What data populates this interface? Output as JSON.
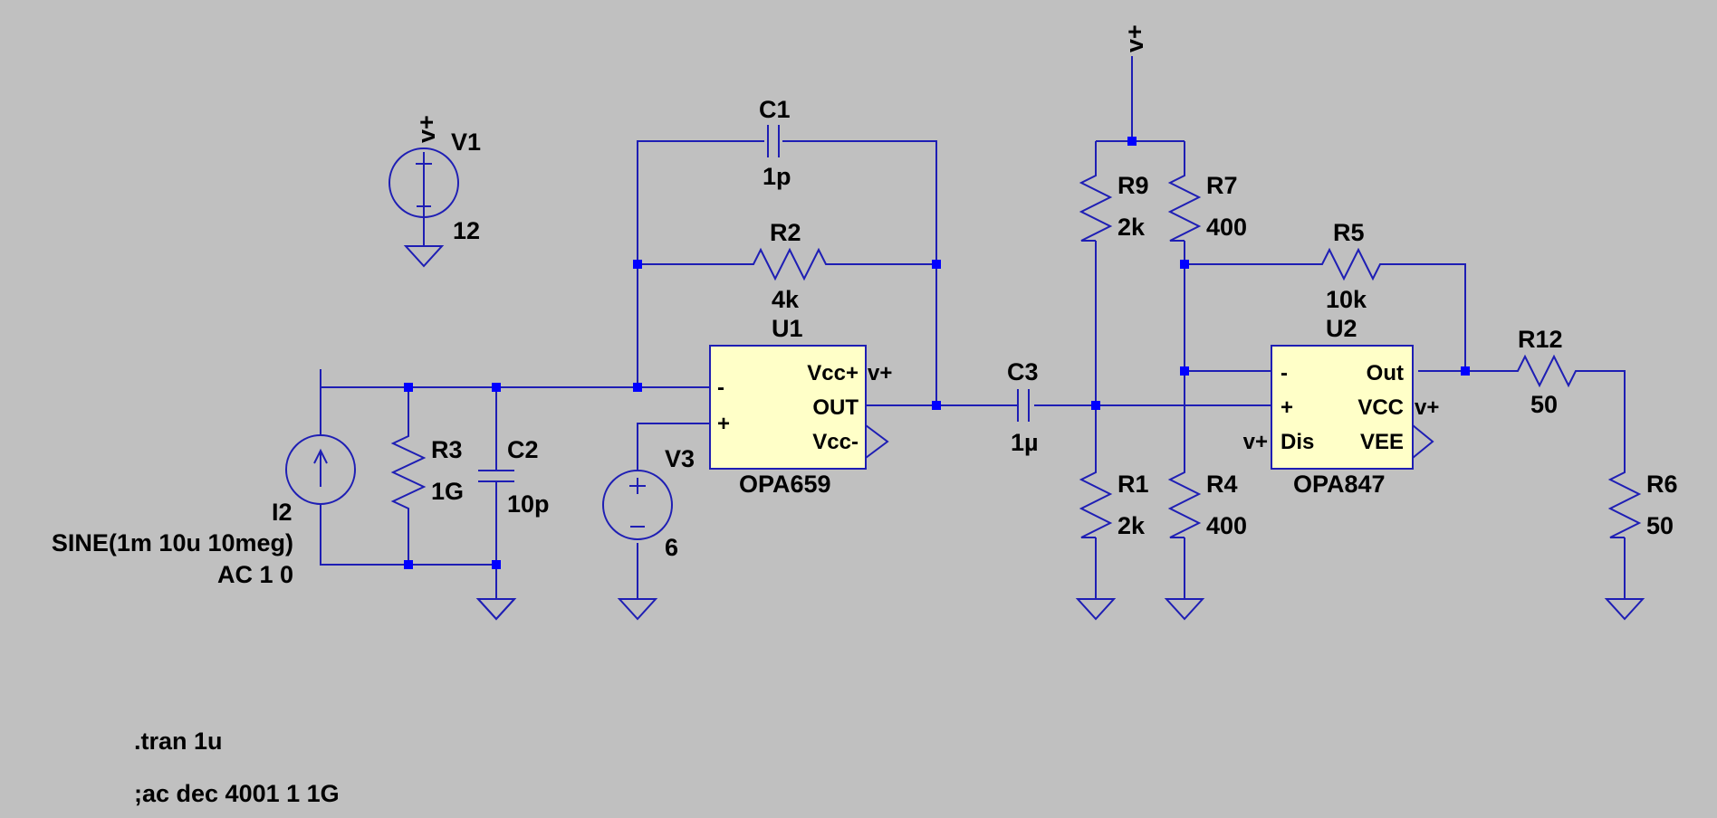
{
  "theme": {
    "background": "#c0c0c0",
    "wire": "#1e1eb4",
    "junction": "#0000ff",
    "opamp_fill": "#ffffc8",
    "text": "#000000"
  },
  "net_labels": {
    "vplus": "v+"
  },
  "components": {
    "V1": {
      "name": "V1",
      "value": "12",
      "icon": "dc-voltage-source"
    },
    "V3": {
      "name": "V3",
      "value": "6",
      "icon": "dc-voltage-source"
    },
    "I2": {
      "name": "I2",
      "value_line1": "SINE(1m 10u 10meg)",
      "value_line2": "AC 1 0",
      "icon": "current-source"
    },
    "R3": {
      "name": "R3",
      "value": "1G"
    },
    "C2": {
      "name": "C2",
      "value": "10p"
    },
    "C1": {
      "name": "C1",
      "value": "1p"
    },
    "R2": {
      "name": "R2",
      "value": "4k"
    },
    "C3": {
      "name": "C3",
      "value": "1µ"
    },
    "R9": {
      "name": "R9",
      "value": "2k"
    },
    "R7": {
      "name": "R7",
      "value": "400"
    },
    "R1": {
      "name": "R1",
      "value": "2k"
    },
    "R4": {
      "name": "R4",
      "value": "400"
    },
    "R5": {
      "name": "R5",
      "value": "10k"
    },
    "R12": {
      "name": "R12",
      "value": "50"
    },
    "R6": {
      "name": "R6",
      "value": "50"
    },
    "U1": {
      "name": "U1",
      "model": "OPA659",
      "pins": {
        "inv": "-",
        "noninv": "+",
        "vccp": "Vcc+",
        "out": "OUT",
        "vccm": "Vcc-"
      }
    },
    "U2": {
      "name": "U2",
      "model": "OPA847",
      "pins": {
        "inv": "-",
        "noninv": "+",
        "out": "Out",
        "vcc": "VCC",
        "dis": "Dis",
        "vee": "VEE"
      }
    }
  },
  "directives": {
    "tran": ".tran 1u",
    "ac": ";ac dec 4001 1 1G"
  }
}
